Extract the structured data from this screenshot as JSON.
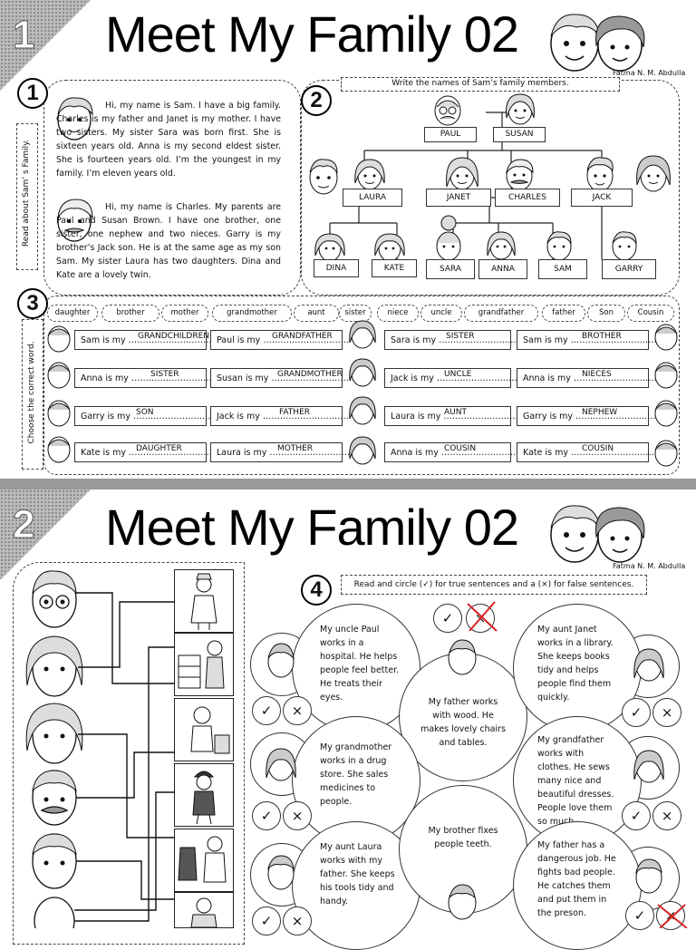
{
  "page1": {
    "title": "Meet My Family 02",
    "corner_number": "1",
    "author": "Fatma N. M. Abdulla",
    "section1": {
      "number": "1",
      "side_label": "Read about Sam’ s Family.",
      "sam_text": "Hi, my name is Sam. I have a big family. Charles is my father and Janet is my mother. I have two sisters. My sister Sara was born first. She is sixteen years old. Anna is my second eldest sister. She is fourteen years old. I’m the youngest in my family. I’m eleven years old.",
      "charles_text": "Hi, my name is Charles. My parents are Paul and Susan Brown. I have one brother, one sister, one nephew and two nieces. Garry is my brother’s Jack son. He is at the same age as my son Sam. My sister Laura has two daughters. Dina and Kate are a lovely twin."
    },
    "section2": {
      "number": "2",
      "instruction": "Write the names of Sam’s family members.",
      "tree": {
        "grandparents": [
          "PAUL",
          "SUSAN"
        ],
        "parents": [
          "LAURA",
          "JANET",
          "CHARLES",
          "JACK"
        ],
        "children": [
          "DINA",
          "KATE",
          "SARA",
          "ANNA",
          "SAM",
          "GARRY"
        ]
      }
    },
    "section3": {
      "number": "3",
      "side_label": "Choose the correct word.",
      "word_bank": [
        "daughter",
        "brother",
        "mother",
        "grandmother",
        "aunt",
        "sister",
        "niece",
        "uncle",
        "grandfather",
        "father",
        "Son",
        "Cousin"
      ],
      "rows": [
        [
          {
            "prompt": "Sam is my",
            "answer": "GRANDCHILDREN"
          },
          {
            "prompt": "Paul is my",
            "answer": "GRANDFATHER"
          },
          {
            "prompt": "Sara is my",
            "answer": "SISTER"
          },
          {
            "prompt": "Sam is my",
            "answer": "BROTHER"
          }
        ],
        [
          {
            "prompt": "Anna is my",
            "answer": "SISTER"
          },
          {
            "prompt": "Susan is my",
            "answer": "GRANDMOTHER"
          },
          {
            "prompt": "Jack is my",
            "answer": "UNCLE"
          },
          {
            "prompt": "Anna is my",
            "answer": "NIECES"
          }
        ],
        [
          {
            "prompt": "Garry is my",
            "answer": "SON"
          },
          {
            "prompt": "Jack is my",
            "answer": "FATHER"
          },
          {
            "prompt": "Laura is my",
            "answer": "AUNT"
          },
          {
            "prompt": "Garry is my",
            "answer": "NEPHEW"
          }
        ],
        [
          {
            "prompt": "Kate is my",
            "answer": "DAUGHTER"
          },
          {
            "prompt": "Laura is my",
            "answer": "MOTHER"
          },
          {
            "prompt": "Anna is my",
            "answer": "COUSIN"
          },
          {
            "prompt": "Kate is my",
            "answer": "COUSIN"
          }
        ]
      ]
    }
  },
  "page2": {
    "title": "Meet My Family 02",
    "corner_number": "2",
    "author": "Fatma N. M. Abdulla",
    "section4": {
      "number": "4",
      "instruction": "Read and circle (✓) for true sentences and a (×) for false sentences.",
      "tick": "✓",
      "cross": "×",
      "statements": [
        "My uncle Paul works in a hospital. He helps people feel better. He treats their eyes.",
        "My father works with wood. He makes lovely chairs and tables.",
        "My aunt Janet works in a library. She keeps books tidy and helps people find them quickly.",
        "My grandmother works in a drug store. She sales medicines to people.",
        "My grandfather works with clothes. He sews many nice and beautiful dresses. People love them so much.",
        "My aunt Laura works with my father. She keeps his tools tidy and handy.",
        "My brother fixes people teeth.",
        "My father has a dangerous job. He fights bad people. He catches them and put them in the preson."
      ]
    }
  }
}
